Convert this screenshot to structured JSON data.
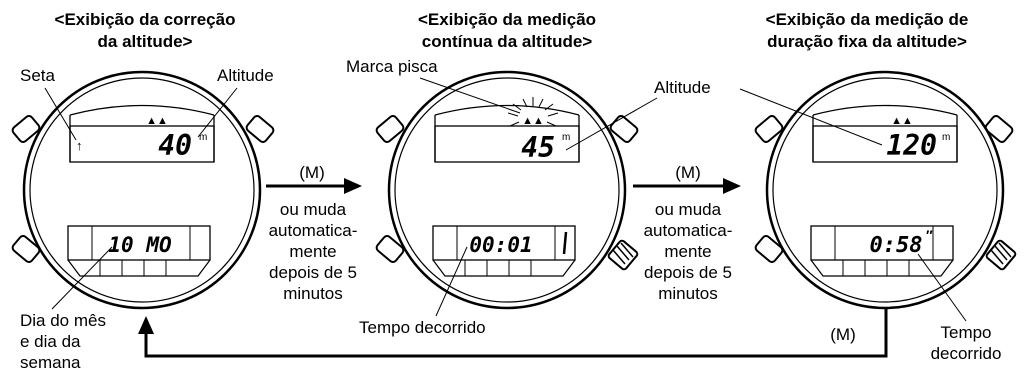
{
  "titles": {
    "correction": [
      "<Exibição da correção",
      "da altitude>"
    ],
    "continuous": [
      "<Exibição da medição",
      "contínua da altitude>"
    ],
    "fixed": [
      "<Exibição da medição de",
      "duração fixa da altitude>"
    ]
  },
  "callouts": {
    "seta": "Seta",
    "altitude_1": "Altitude",
    "marca_pisca": "Marca pisca",
    "altitude_2": "Altitude",
    "dia": [
      "Dia do mês",
      "e dia da",
      "semana"
    ],
    "tempo_1": "Tempo decorrido",
    "tempo_2": [
      "Tempo",
      "decorrido"
    ]
  },
  "transition": {
    "button": "(M)",
    "text": [
      "ou muda",
      "automatica-",
      "mente",
      "depois de 5",
      "minutos"
    ],
    "return_button": "(M)"
  },
  "displays": {
    "watch1_top": "40",
    "watch1_bottom": "10 MO",
    "watch2_top": "45",
    "watch2_bottom": "00:01",
    "watch3_top": "120",
    "watch3_bottom": "0:58",
    "unit": "m",
    "seconds_mark": "″",
    "mountain_glyph": "▲▲",
    "arrow_glyph": "↑"
  }
}
